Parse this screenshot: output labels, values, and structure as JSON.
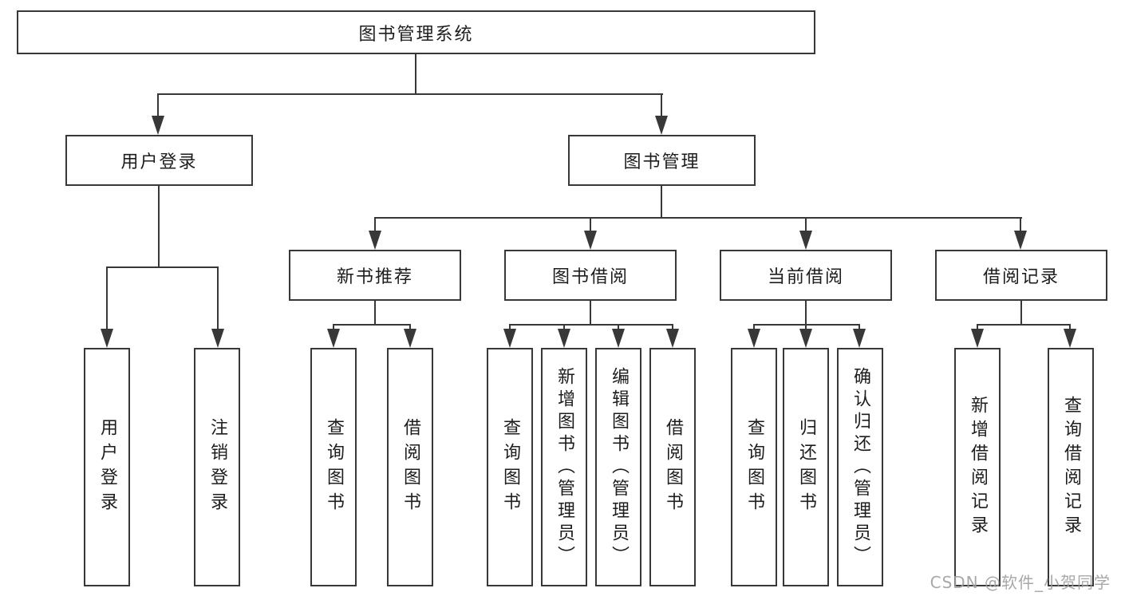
{
  "tree": {
    "root": {
      "label": "图书管理系统",
      "children": [
        {
          "label": "用户登录",
          "children": [
            {
              "label": "用户登录"
            },
            {
              "label": "注销登录"
            }
          ]
        },
        {
          "label": "图书管理",
          "children": [
            {
              "label": "新书推荐",
              "children": [
                {
                  "label": "查询图书"
                },
                {
                  "label": "借阅图书"
                }
              ]
            },
            {
              "label": "图书借阅",
              "children": [
                {
                  "label": "查询图书"
                },
                {
                  "label": "新增图书（管理员）"
                },
                {
                  "label": "编辑图书（管理员）"
                },
                {
                  "label": "借阅图书"
                }
              ]
            },
            {
              "label": "当前借阅",
              "children": [
                {
                  "label": "查询图书"
                },
                {
                  "label": "归还图书"
                },
                {
                  "label": "确认归还（管理员）"
                }
              ]
            },
            {
              "label": "借阅记录",
              "children": [
                {
                  "label": "新增借阅记录"
                },
                {
                  "label": "查询借阅记录"
                }
              ]
            }
          ]
        }
      ]
    }
  },
  "watermark": {
    "text": "CSDN @软件_小贺同学"
  },
  "colors": {
    "line": "#383838",
    "text": "#1d1d1d",
    "watermark": "#9f9f9f",
    "background": "#ffffff"
  }
}
